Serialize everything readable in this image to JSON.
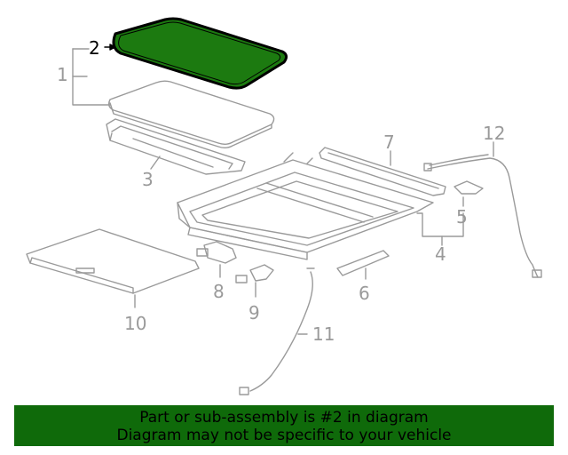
{
  "callouts": {
    "c1": "1",
    "c2": "2",
    "c3": "3",
    "c4": "4",
    "c5": "5",
    "c6": "6",
    "c7": "7",
    "c8": "8",
    "c9": "9",
    "c10": "10",
    "c11": "11",
    "c12": "12"
  },
  "highlight_part": "2",
  "colors": {
    "highlight_fill": "#1c7a10",
    "banner_bg": "#0f6a0a",
    "line": "#9a9a9a"
  },
  "banner": {
    "line1": "Part or sub-assembly is #2 in diagram",
    "line2": "Diagram may not be specific to your vehicle"
  }
}
